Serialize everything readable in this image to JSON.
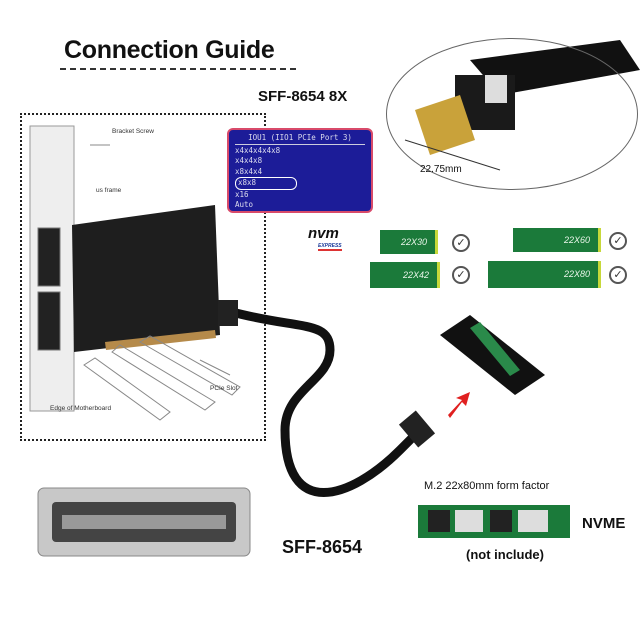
{
  "title": "Connection Guide",
  "cable_label_top": "SFF-8654 8X",
  "bios": {
    "header": "IOU1 (IIO1 PCIe Port 3)",
    "options": [
      "x4x4x4x4x8",
      "x4x4x8",
      "x8x4x4",
      "x8x8",
      "x16",
      "Auto"
    ],
    "selected": "x8x8"
  },
  "diagram_labels": {
    "bracket_screw": "Bracket Screw",
    "us_frame": "us frame",
    "pcie_slot": "PCIe Slot",
    "motherboard": "Edge of Motherboard"
  },
  "connector_width": "22.75mm",
  "nvm_logo": {
    "text": "nvm",
    "sub": "EXPRESS"
  },
  "m2_sizes": [
    {
      "label": "22X30",
      "supported": true
    },
    {
      "label": "22X42",
      "supported": true
    },
    {
      "label": "22X60",
      "supported": true
    },
    {
      "label": "22X80",
      "supported": true
    }
  ],
  "cable_label_bottom": "SFF-8654",
  "m2_form_factor": "M.2 22x80mm form factor",
  "nvme": "NVME",
  "not_included": "(not include)",
  "colors": {
    "bios_bg": "#1c1c98",
    "m2_green": "#1b7a3a",
    "arrow": "#e02020"
  }
}
